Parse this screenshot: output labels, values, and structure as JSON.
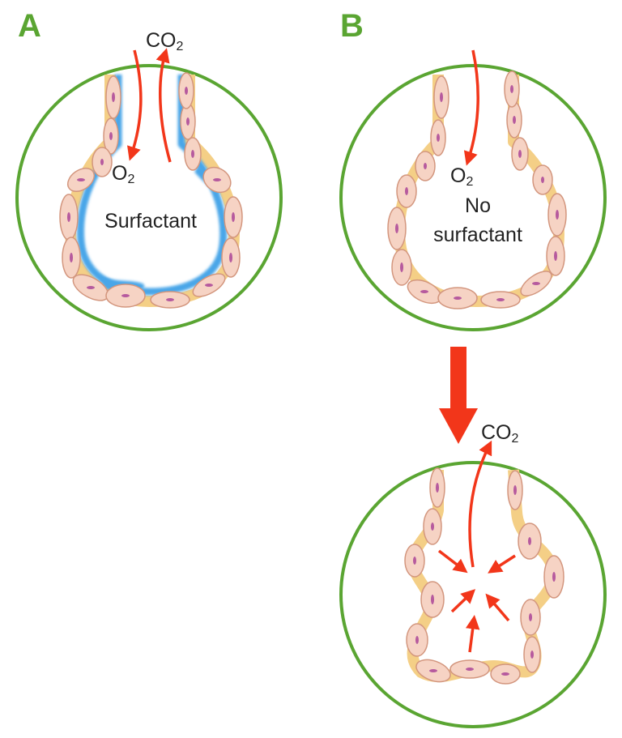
{
  "panels": {
    "a": {
      "letter": "A",
      "top_gas": "CO",
      "top_gas_sub": "2",
      "inner_gas": "O",
      "inner_gas_sub": "2",
      "label": "Surfactant"
    },
    "b": {
      "letter": "B",
      "inner_gas": "O",
      "inner_gas_sub": "2",
      "label_line1": "No",
      "label_line2": "surfactant"
    },
    "collapsed": {
      "top_gas": "CO",
      "top_gas_sub": "2"
    }
  },
  "colors": {
    "circle": "#5aa532",
    "arrow": "#f2361a",
    "surfactant": "#4aa6e8",
    "membrane": "#f4cf86",
    "cell_fill": "#f6d3c4",
    "cell_stroke": "#d3967e",
    "nucleus": "#b65a9e"
  },
  "icons": {
    "cell": "epithelial-cell-shape",
    "nucleus": "cell-nucleus-dot",
    "flow": "gas-flow-arrow"
  }
}
